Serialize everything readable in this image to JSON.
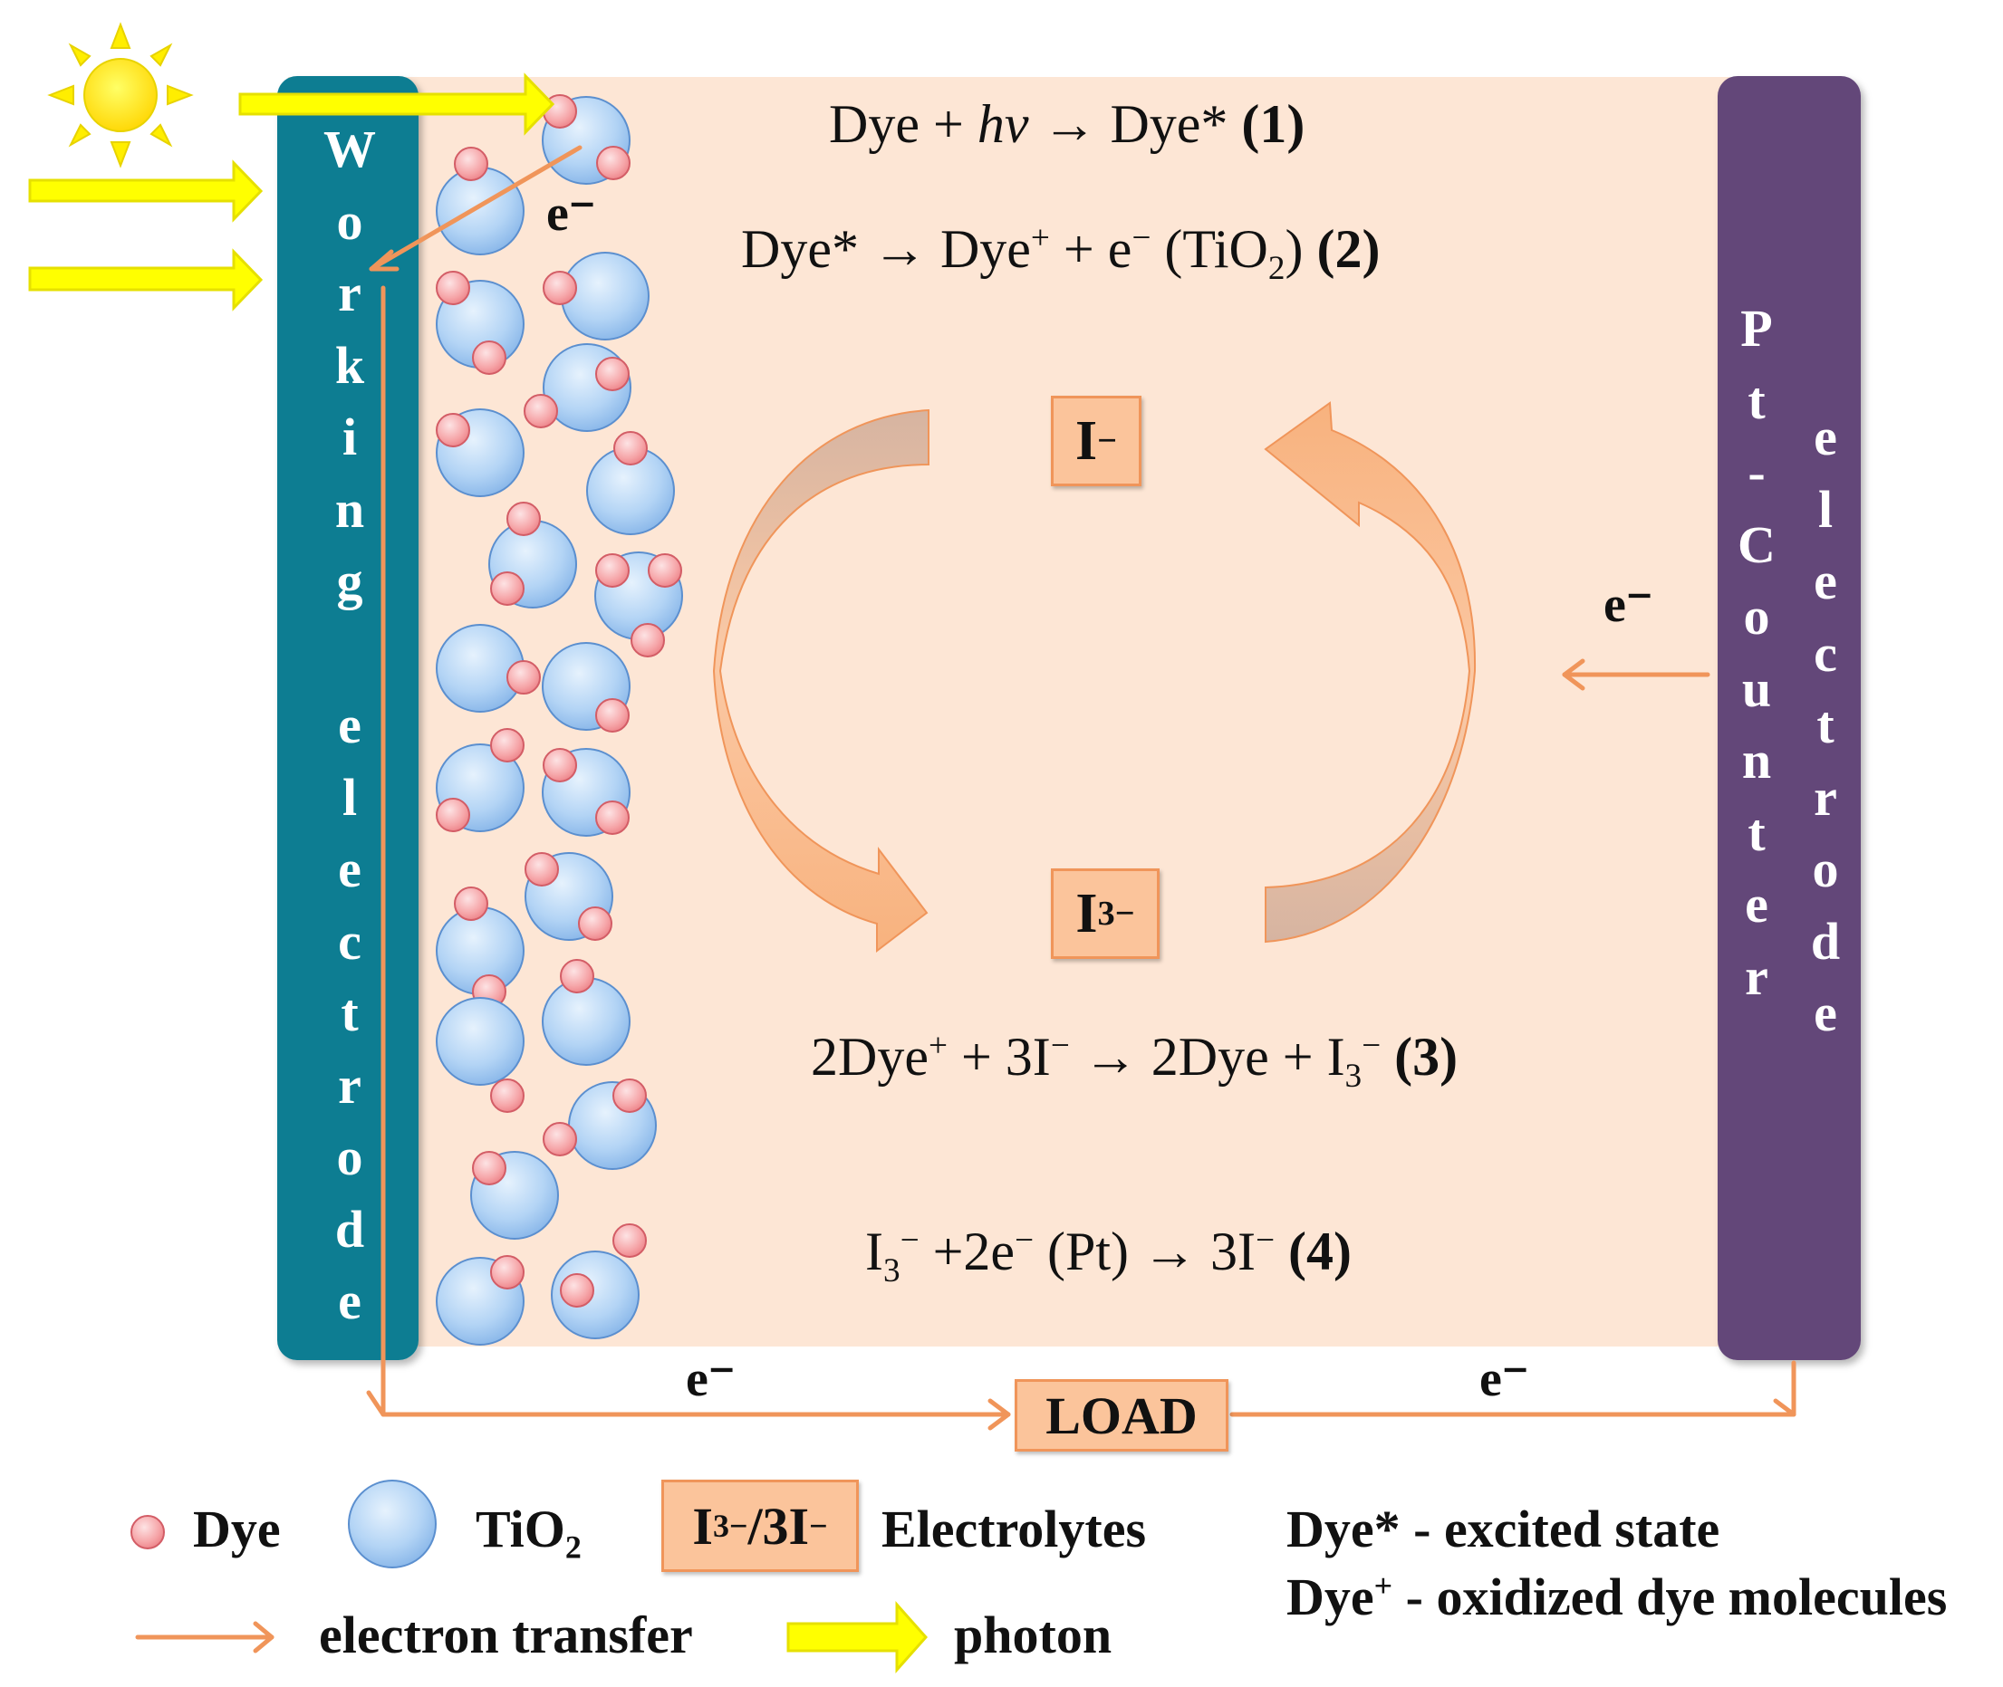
{
  "cell": {
    "working_electrode_label": "Working electrode",
    "counter_electrode_label": "Pt-Counter electrode",
    "load_label": "LOAD",
    "electron_label": "e⁻"
  },
  "equations": {
    "eq1": {
      "lhs": "Dye + ",
      "hv": "hv",
      "rhs": " → Dye* ",
      "num": "(1)"
    },
    "eq2": {
      "part1": "Dye* → Dye",
      "sup1": "+",
      "part2": " + e",
      "sup2": "−",
      "part3": " (TiO",
      "sub1": "2",
      "part4": ") ",
      "num": "(2)"
    },
    "eq3": {
      "part1": "2Dye",
      "sup1": "+",
      "part2": " + 3I",
      "sup2": "−",
      "part3": " → 2Dye + I",
      "sub1": "3",
      "sup3": "−",
      "num": " (3)"
    },
    "eq4": {
      "part1": "I",
      "sub1": "3",
      "sup1": "−",
      "part2": " +2e",
      "sup2": "−",
      "part3": " (Pt) →  3I",
      "sup3": "−",
      "num": "  (4)"
    }
  },
  "redox": {
    "iodide": {
      "base": "I",
      "sup": "−"
    },
    "triiodide": {
      "base": "I",
      "sub": "3",
      "sup": "−"
    }
  },
  "legend": {
    "dye": "Dye",
    "tio2": {
      "base": "TiO",
      "sub": "2"
    },
    "electrolyte_box": {
      "base1": "I",
      "sub": "3",
      "sup": "−",
      "base2": "/3I",
      "sup2": "−"
    },
    "electrolytes": "Electrolytes",
    "electron_transfer": "electron transfer",
    "photon": "photon",
    "dye_excited": "Dye* - excited state",
    "dye_oxidized": {
      "base": "Dye",
      "sup": "+",
      "rest": " - oxidized dye molecules"
    }
  },
  "colors": {
    "working_electrode": "#0e7d92",
    "counter_electrode": "#644679",
    "electrolyte_bg": "#fde6d5",
    "electron_arrow": "#f0955a",
    "photon": "#ffff00",
    "dye": "#f5a3a6",
    "tio2": "#a8cdf3"
  }
}
